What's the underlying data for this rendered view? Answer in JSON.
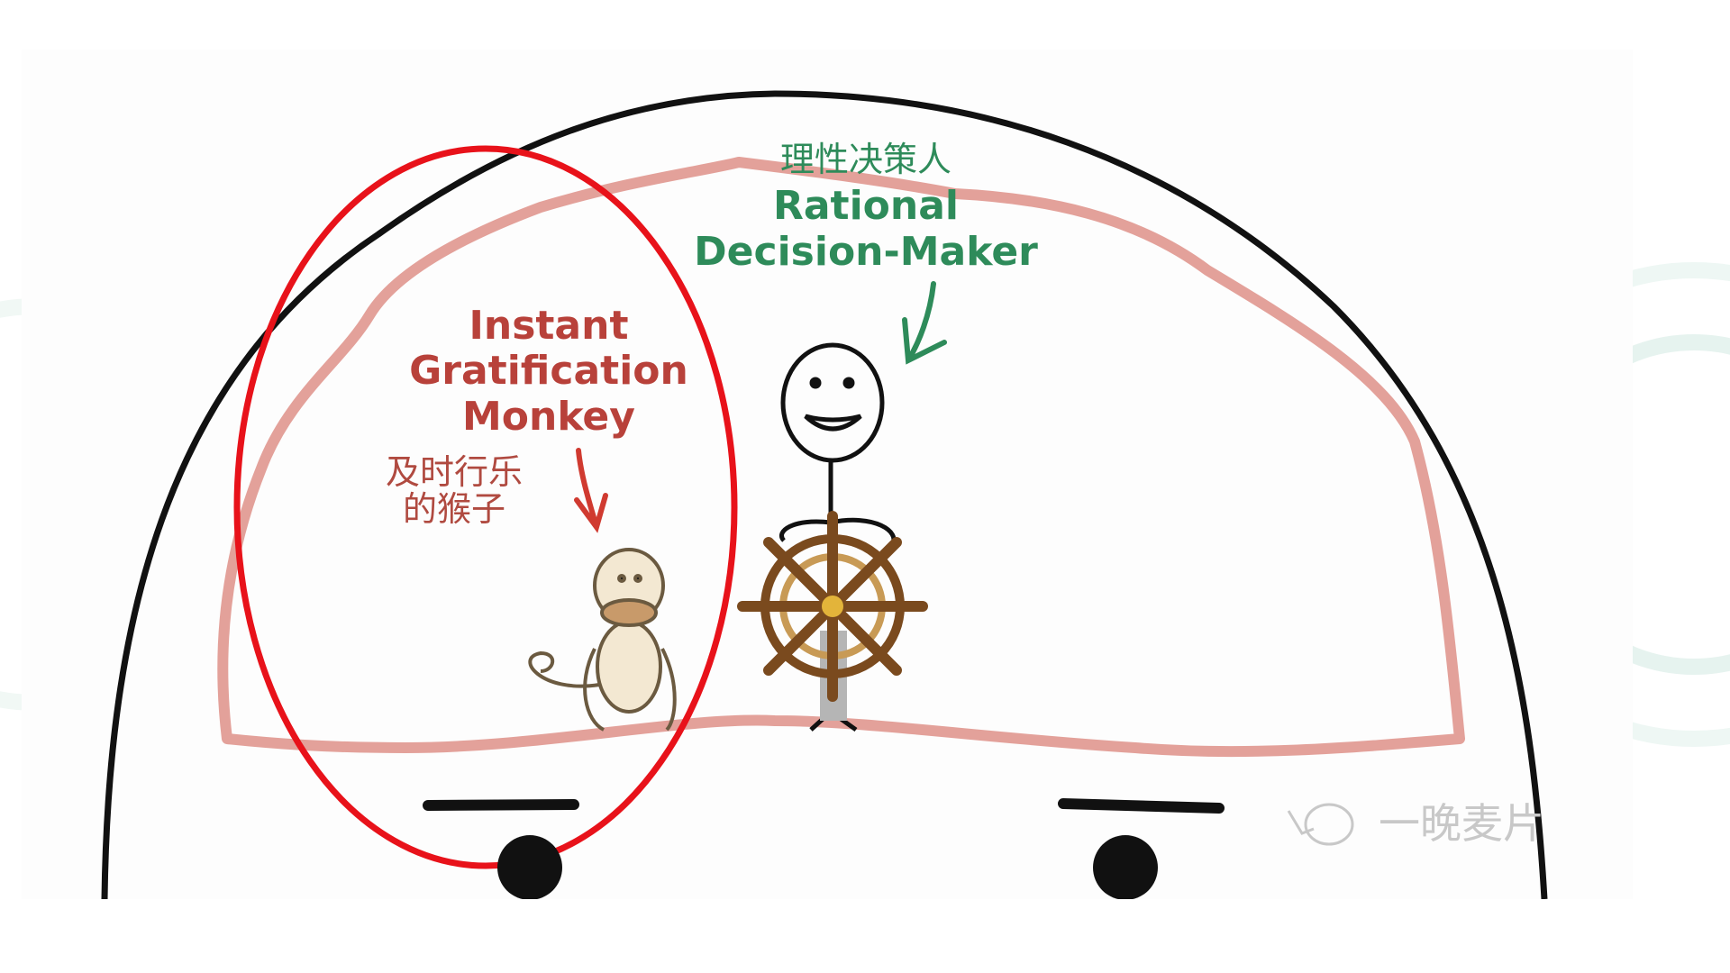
{
  "rational": {
    "label_cn": "理性决策人",
    "label_line1": "Rational",
    "label_line2": "Decision-Maker"
  },
  "monkey": {
    "label_line1": "Instant",
    "label_line2": "Gratification",
    "label_line3": "Monkey",
    "label_cn_line1": "及时行乐",
    "label_cn_line2": "的猴子"
  },
  "watermark": "一晚麦片",
  "colors": {
    "highlight_ellipse": "#e8121a",
    "brain_outline": "#e3a19a",
    "rational_text": "#2e8b5a",
    "monkey_text": "#b8413a"
  }
}
